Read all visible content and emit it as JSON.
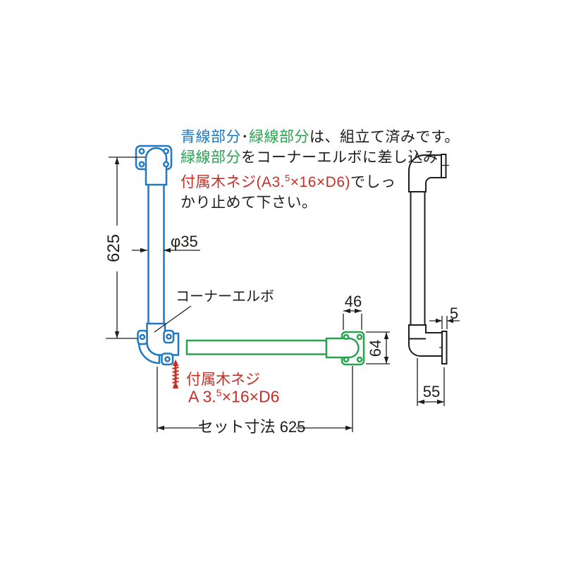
{
  "title": "L-shaped handrail assembly diagram",
  "colors": {
    "blue_part": "#1f78c1",
    "green_part": "#27a24f",
    "red_accent": "#c62f28",
    "line_black": "#1d1d1b",
    "background": "#ffffff"
  },
  "instructions": {
    "line1": {
      "p1": "青線部分",
      "p2": "･",
      "p3": "緑線部分",
      "p4": "は、組立て済みです。"
    },
    "line2": {
      "p1": "緑線部分",
      "p2": "をコーナーエルボに差し込み"
    },
    "line3": {
      "p1": "付属木ネジ(A3.",
      "sup": "5",
      "p2": "×16×D6)",
      "p3": "でしっ"
    },
    "line4": {
      "p1": "かり止めて下さい。"
    }
  },
  "labels": {
    "corner_elbow": "コーナーエルボ",
    "screw_label": "付属木ネジ",
    "screw_spec_prefix": "A 3.",
    "screw_spec_sup": "5",
    "screw_spec_suffix": "×16×D6"
  },
  "dimensions": {
    "vertical_length": "625",
    "pipe_diameter": "φ35",
    "flange_width": "46",
    "flange_height": "64",
    "set_length": "セット寸法 625",
    "plate_thickness": "5",
    "wall_offset": "55"
  }
}
